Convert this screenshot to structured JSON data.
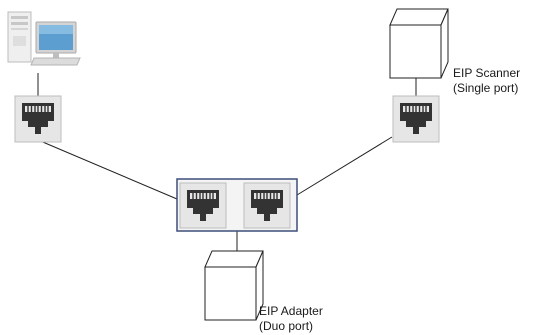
{
  "scanner": {
    "name": "EIP Scanner",
    "ports": "(Single port)"
  },
  "adapter": {
    "name": "EIP Adapter",
    "ports": "(Duo port)"
  },
  "colors": {
    "line": "#222222",
    "port_fill": "#e6e6e6",
    "port_border": "#bdbdbd",
    "jack": "#333333",
    "duo_frame": "#3f4f7a",
    "device_outline": "#222222"
  },
  "icons": {
    "pc": "pc-icon",
    "port": "ethernet-port-icon",
    "device": "device-box-icon"
  }
}
